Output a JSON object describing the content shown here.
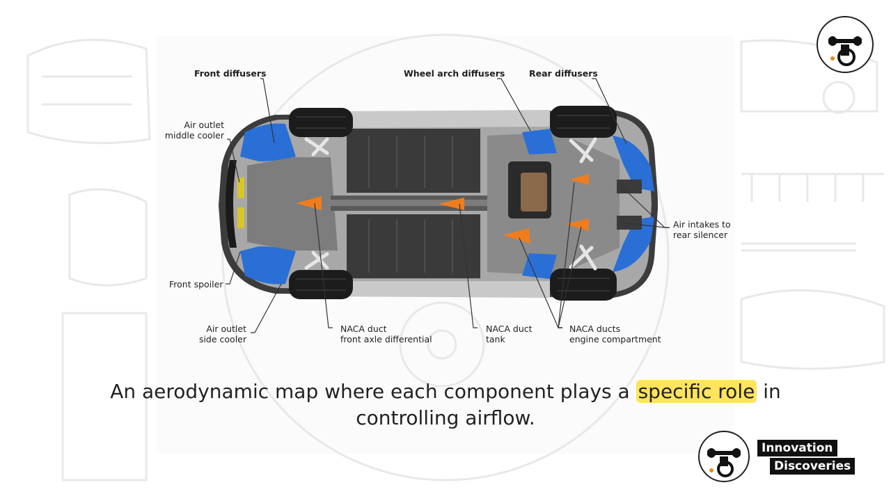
{
  "diagram": {
    "labels": {
      "front_diffusers": "Front diffusers",
      "wheel_arch_diffusers": "Wheel arch diffusers",
      "rear_diffusers": "Rear diffusers",
      "air_outlet_middle_1": "Air outlet",
      "air_outlet_middle_2": "middle cooler",
      "air_intakes_1": "Air intakes to",
      "air_intakes_2": "rear silencer",
      "front_spoiler": "Front spoiler",
      "air_outlet_side_1": "Air outlet",
      "air_outlet_side_2": "side cooler",
      "naca_front_1": "NACA duct",
      "naca_front_2": "front axle differential",
      "naca_tank_1": "NACA duct",
      "naca_tank_2": "tank",
      "naca_engine_1": "NACA ducts",
      "naca_engine_2": "engine compartment"
    },
    "colors": {
      "diffuser_blue": "#2a6fd6",
      "naca_orange": "#ee7d1e",
      "underbody_gray": "#9a9a9a",
      "battery_dark": "#3a3a3a",
      "tire": "#1c1c1c"
    }
  },
  "caption": {
    "line1_before": "An aerodynamic map where each component plays a ",
    "line1_highlight": "specific role",
    "line1_after": " in",
    "line2": "controlling airflow."
  },
  "brand": {
    "line1": "Innovation",
    "line2": "Discoveries",
    "logo_icon": "mechanic-gear-logo-icon"
  }
}
